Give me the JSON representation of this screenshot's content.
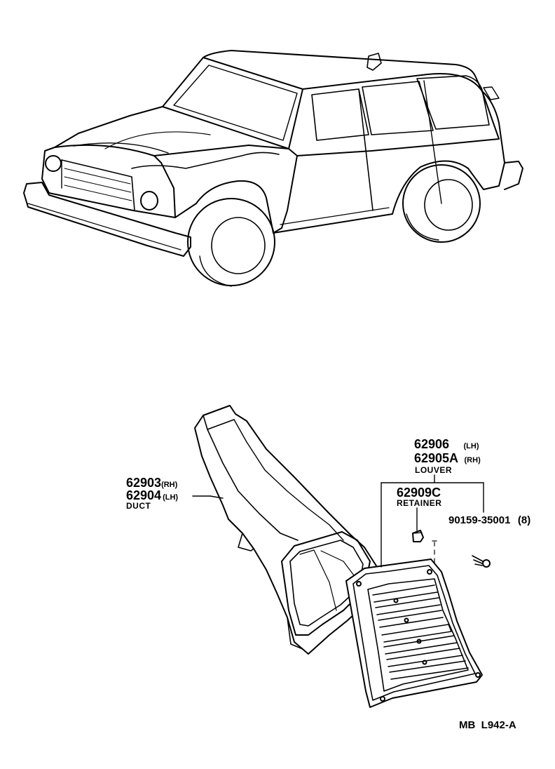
{
  "callouts": {
    "louver_lh": {
      "part": "62906",
      "side": "(LH)"
    },
    "louver_rh": {
      "part": "62905A",
      "side": "(RH)"
    },
    "louver_name": "LOUVER",
    "retainer_part": "62909C",
    "retainer_name": "RETAINER",
    "screw_part": "90159-35001",
    "screw_qty": "(8)",
    "duct_rh": {
      "part": "62903",
      "side": "(RH)"
    },
    "duct_lh": {
      "part": "62904",
      "side": "(LH)"
    },
    "duct_name": "DUCT"
  },
  "figure_code": "MB  L942-A"
}
